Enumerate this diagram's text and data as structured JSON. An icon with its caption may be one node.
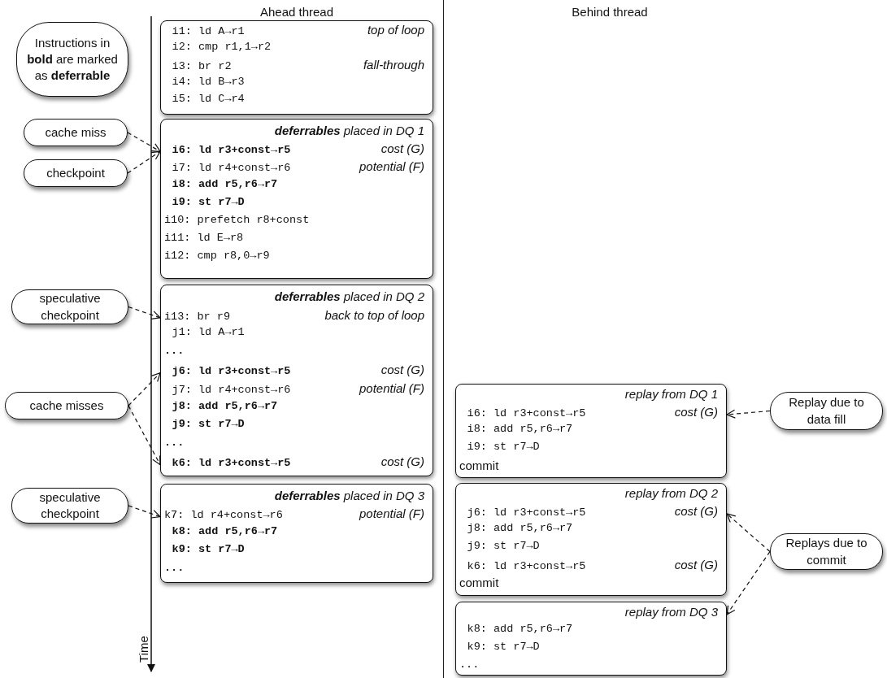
{
  "diagram": {
    "nodes": [
      {
        "text": [
          "Instructions in **bold** are marked as **deferrable**"
        ]
      },
      {
        "text": [
          "i1: ld A→r1",
          "top of loop",
          "i2: cmp r1,1→r2",
          "i3: br r2",
          "fall-through",
          "i4: ld B→r3",
          "i5: ld C→r4"
        ]
      },
      {
        "text": [
          "cache miss"
        ]
      },
      {
        "text": [
          "checkpoint"
        ]
      },
      {
        "text": [
          "**deferrables** placed in DQ 1",
          "i6: ld r3+const→r5",
          "cost (G)",
          "i7: ld r4+const→r6",
          "potential (F)",
          "i8: add r5,r6→r7",
          "i9: st r7→D",
          "i10: prefetch r8+const",
          "i11: ld E→r8",
          "i12: cmp r8,0→r9"
        ]
      },
      {
        "text": [
          "speculative checkpoint"
        ]
      },
      {
        "text": [
          "cache misses"
        ]
      },
      {
        "text": [
          "**deferrables** placed in DQ 2",
          "i13: br r9",
          "back to top of loop",
          "j1: ld A→r1",
          "...",
          "j6: ld r3+const→r5",
          "cost (G)",
          "j7: ld r4+const→r6",
          "potential (F)",
          "j8: add r5,r6→r7",
          "j9: st r7→D",
          "...",
          "k6: ld r3+const→r5",
          "cost (G)"
        ]
      },
      {
        "text": [
          "speculative checkpoint"
        ]
      },
      {
        "text": [
          "**deferrables** placed in DQ 3",
          "k7: ld r4+const→r6",
          "potential (F)",
          "k8: add r5,r6→r7",
          "k9: st r7→D",
          "..."
        ]
      },
      {
        "text": [
          "replay from DQ 1",
          "i6: ld r3+const→r5",
          "cost (G)",
          "i8: add r5,r6→r7",
          "i9: st r7→D",
          "commit"
        ]
      },
      {
        "text": [
          "Replay due to data fill"
        ]
      },
      {
        "text": [
          "replay from DQ 2",
          "j6: ld r3+const→r5",
          "cost (G)",
          "j8: add r5,r6→r7",
          "j9: st r7→D",
          "k6: ld r3+const→r5",
          "cost (G)",
          "commit"
        ]
      },
      {
        "text": [
          "Replays due to commit"
        ]
      },
      {
        "text": [
          "replay from DQ 3",
          "k8: add r5,r6→r7",
          "k9: st r7→D",
          "..."
        ]
      }
    ],
    "edges": [
      {
        "from": 2,
        "to": 4,
        "arrow": "to",
        "style": "dashed"
      },
      {
        "from": 3,
        "to": 4,
        "arrow": "to",
        "style": "dashed"
      },
      {
        "from": 5,
        "to": 7,
        "arrow": "to",
        "style": "dashed"
      },
      {
        "from": 6,
        "to": 7,
        "arrow": "to",
        "style": "dashed"
      },
      {
        "from": 6,
        "to": 7,
        "arrow": "to",
        "style": "dashed"
      },
      {
        "from": 8,
        "to": 9,
        "arrow": "to",
        "style": "dashed"
      },
      {
        "from": 11,
        "to": 10,
        "arrow": "to",
        "style": "dashed"
      },
      {
        "from": 13,
        "to": 12,
        "arrow": "to",
        "style": "dashed"
      },
      {
        "from": 13,
        "to": 14,
        "arrow": "to",
        "style": "dashed"
      }
    ],
    "labels": [
      "Ahead thread",
      "Behind thread",
      "Time"
    ]
  }
}
